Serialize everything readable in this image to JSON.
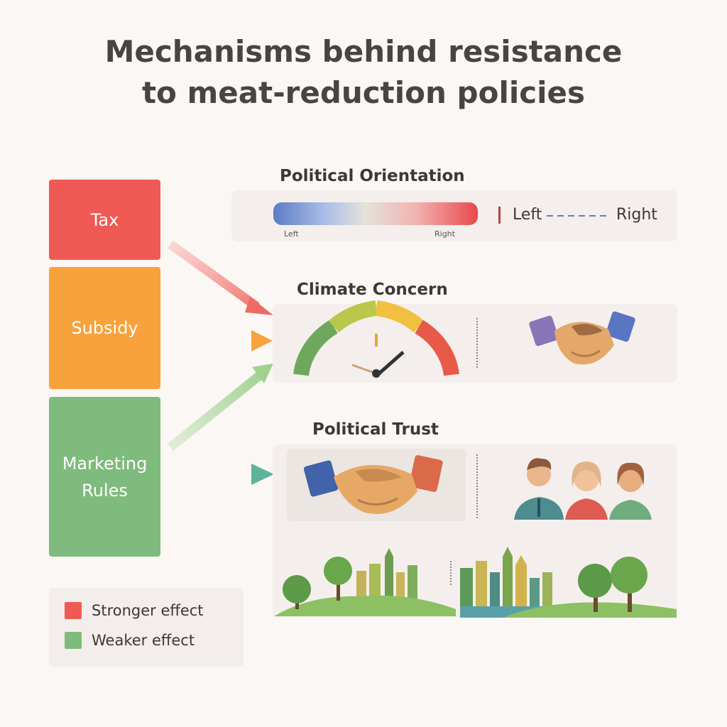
{
  "title": {
    "line1": "Mechanisms behind resistance",
    "line2": "to meat-reduction policies"
  },
  "policies": [
    {
      "label": "Tax",
      "color": "#ef5a55"
    },
    {
      "label": "Subsidy",
      "color": "#f7a23c"
    },
    {
      "label": "Marketing Rules",
      "color": "#7fbb7c"
    }
  ],
  "mechanisms": {
    "political_orientation": {
      "heading": "Political Orientation",
      "tick_left": "Left",
      "tick_right": "Right",
      "scale_left": "Left",
      "scale_right": "Right"
    },
    "climate_concern": {
      "heading": "Climate Concern"
    },
    "political_trust": {
      "heading": "Political Trust"
    }
  },
  "legend": [
    {
      "label": "Stronger effect",
      "color": "#ef5a55"
    },
    {
      "label": "Weaker effect",
      "color": "#7fbb7c"
    }
  ],
  "icons": [
    "gauge-icon",
    "handshake-icon",
    "people-icon",
    "park-landscape-icon",
    "city-landscape-icon"
  ]
}
